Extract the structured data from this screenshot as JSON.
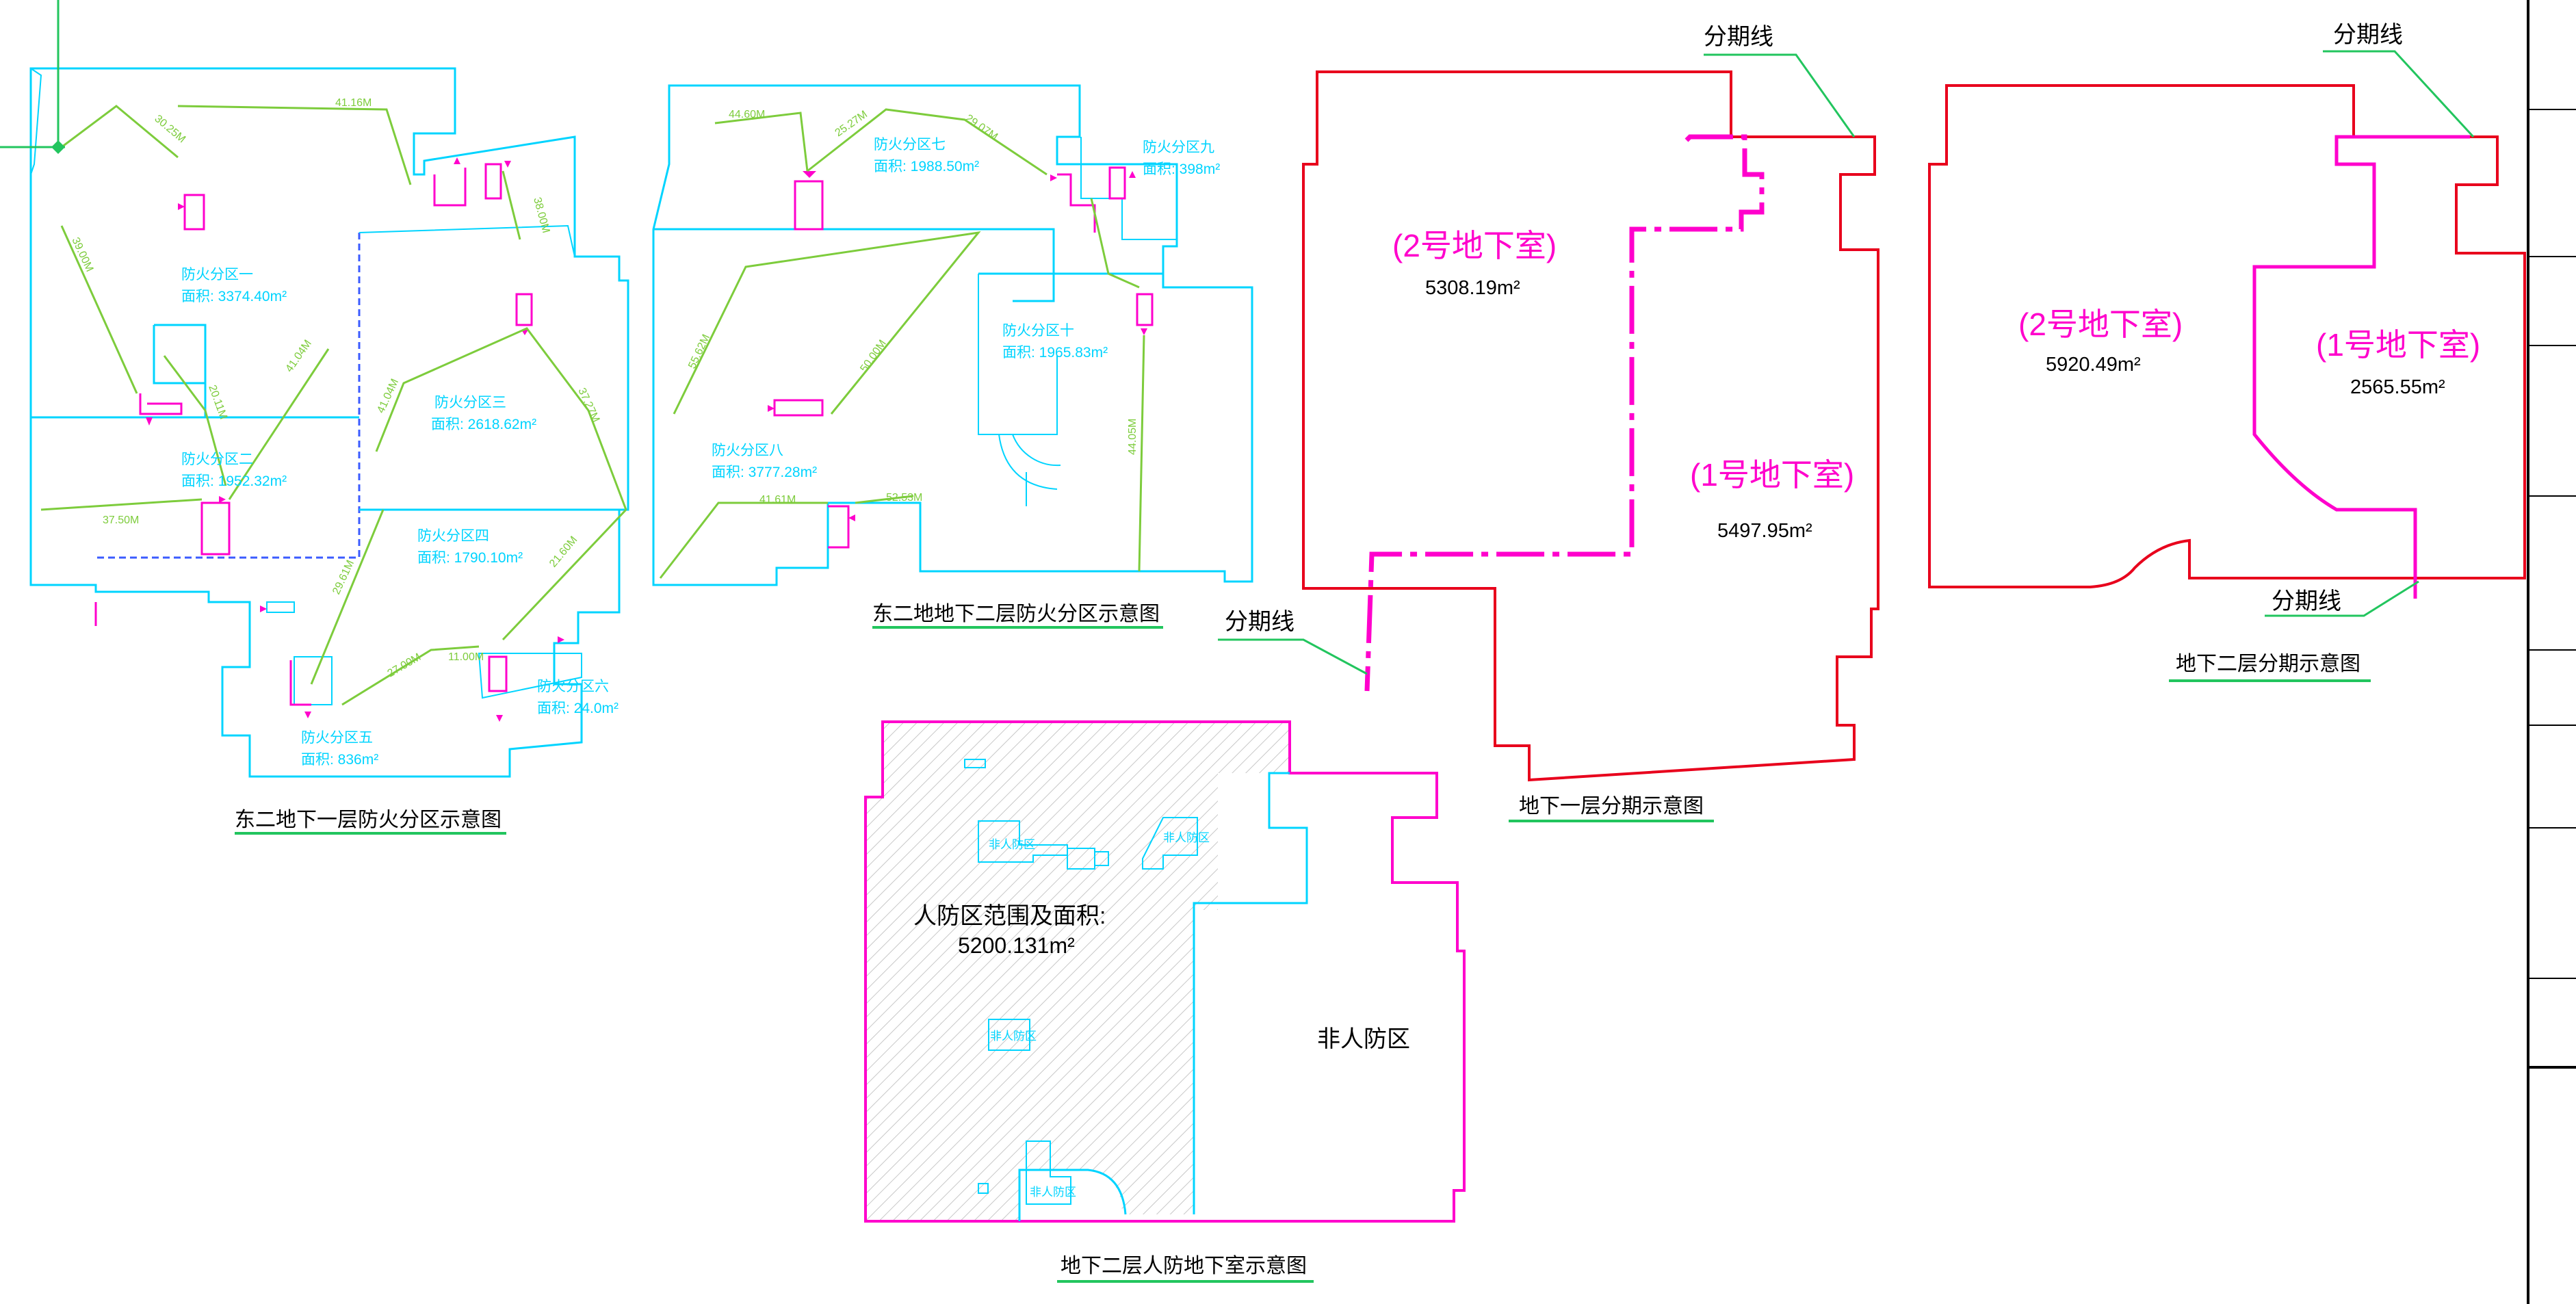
{
  "captions": {
    "b1_fire": "东二地下一层防火分区示意图",
    "b2_fire": "东二地地下二层防火分区示意图",
    "b1_phase": "地下一层分期示意图",
    "b2_phase": "地下二层分期示意图",
    "b2_civil": "地下二层人防地下室示意图"
  },
  "phase_line": "分期线",
  "b1_phase": {
    "zone2_name": "(2号地下室)",
    "zone2_area": "5308.19m²",
    "zone1_name": "(1号地下室)",
    "zone1_area": "5497.95m²"
  },
  "b2_phase": {
    "zone2_name": "(2号地下室)",
    "zone2_area": "5920.49m²",
    "zone1_name": "(1号地下室)",
    "zone1_area": "2565.55m²"
  },
  "civil": {
    "scope_label": "人防区范围及面积:",
    "scope_area": "5200.131m²",
    "non_civil": "非人防区",
    "small_non": "非人防区"
  },
  "b1_fire": {
    "z1_name": "防火分区一",
    "z1_area": "面积: 3374.40m²",
    "z2_name": "防火分区二",
    "z2_area": "面积: 1952.32m²",
    "z3_name": "防火分区三",
    "z3_area": "面积: 2618.62m²",
    "z4_name": "防火分区四",
    "z4_area": "面积: 1790.10m²",
    "z5_name": "防火分区五",
    "z5_area": "面积: 836m²",
    "z6_name": "防火分区六",
    "z6_area": "面积: 24.0m²",
    "dims": [
      "41.16M",
      "30.25M",
      "38.00M",
      "39.00M",
      "20.11M",
      "41.04M",
      "37.50M",
      "41.04M",
      "37.27M",
      "29.61M",
      "27.00M",
      "11.00M",
      "21.60M"
    ]
  },
  "b2_fire": {
    "z7_name": "防火分区七",
    "z7_area": "面积: 1988.50m²",
    "z8_name": "防火分区八",
    "z8_area": "面积: 3777.28m²",
    "z9_name": "防火分区九",
    "z9_area": "面积: 398m²",
    "z10_name": "防火分区十",
    "z10_area": "面积: 1965.83m²",
    "dims": [
      "44.60M",
      "25.27M",
      "29.07M",
      "55.62M",
      "50.00M",
      "41.61M",
      "52.53M",
      "44.05M"
    ]
  },
  "colors": {
    "cyan": "#00d4ff",
    "magenta": "#ff00cc",
    "red": "#e8001c",
    "green": "#7dcc3c",
    "leader": "#22c55e",
    "blue": "#3b5bff"
  }
}
